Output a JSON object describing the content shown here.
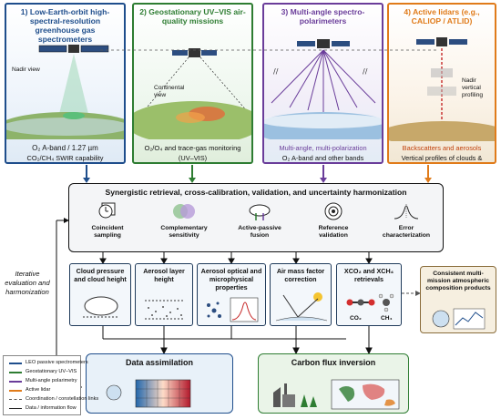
{
  "panels": [
    {
      "title": "1) Low-Earth-orbit high-spectral-resolution greenhouse gas spectrometers",
      "view": "Nadir view",
      "caption1": "O₂ A-band / 1.27 µm",
      "caption2": "CO₂/CH₄ SWIR capability",
      "color": "#1f4e8c"
    },
    {
      "title": "2) Geostationary UV–VIS air-quality missions",
      "view": "Continental view",
      "caption1": "O₂/O₄ and trace-gas monitoring",
      "caption2": "(UV–VIS)",
      "color": "#2e7d32"
    },
    {
      "title": "3) Multi-angle spectro-polarimeters",
      "view": "",
      "caption1": "Multi-angle, multi-polarization",
      "caption2": "O₂ A-band and other bands",
      "color": "#6a3d9a"
    },
    {
      "title": "4) Active lidars (e.g., CALIOP / ATLID)",
      "view": "Nadir vertical profiling",
      "caption1": "Backscatters and aerosols",
      "caption2": "Vertical profiles of clouds & aerosols",
      "color": "#e07b1a"
    }
  ],
  "synergy": {
    "title": "Synergistic retrieval, cross-calibration, validation, and uncertainty harmonization",
    "features": [
      {
        "label": "Coincident sampling",
        "icon": "clock-icon"
      },
      {
        "label": "Complementary sensitivity",
        "icon": "venn-icon"
      },
      {
        "label": "Active-passive fusion",
        "icon": "cloud-fusion-icon"
      },
      {
        "label": "Reference validation",
        "icon": "target-icon"
      },
      {
        "label": "Error characterization",
        "icon": "bell-curve-icon"
      }
    ]
  },
  "side_label": "Iterative evaluation and harmonization",
  "products": [
    {
      "label": "Cloud pressure and cloud height",
      "icon": "cloud-icon"
    },
    {
      "label": "Aerosol layer height",
      "icon": "aerosol-layer-icon"
    },
    {
      "label": "Aerosol optical and microphysical properties",
      "icon": "particle-size-icon"
    },
    {
      "label": "Air mass factor correction",
      "icon": "sun-path-icon"
    },
    {
      "label": "XCO₂ and XCH₄ retrievals",
      "icon": "molecule-icon",
      "sub1": "CO₂",
      "sub2": "CH₄"
    }
  ],
  "consistent": {
    "label": "Consistent multi-mission atmospheric composition products"
  },
  "data_assimilation": {
    "label": "Data assimilation"
  },
  "carbon_flux": {
    "label": "Carbon flux inversion"
  },
  "legend": [
    {
      "label": "LEO passive spectrometers",
      "color": "#1f4e8c",
      "style": "solid"
    },
    {
      "label": "Geostationary UV–VIS",
      "color": "#2e7d32",
      "style": "solid"
    },
    {
      "label": "Multi-angle polarimetry",
      "color": "#6a3d9a",
      "style": "solid"
    },
    {
      "label": "Active lidar",
      "color": "#e07b1a",
      "style": "solid"
    },
    {
      "label": "Coordination / constellation links",
      "color": "#555555",
      "style": "dashed"
    },
    {
      "label": "Data / information flow",
      "color": "#222222",
      "style": "arrow"
    }
  ]
}
